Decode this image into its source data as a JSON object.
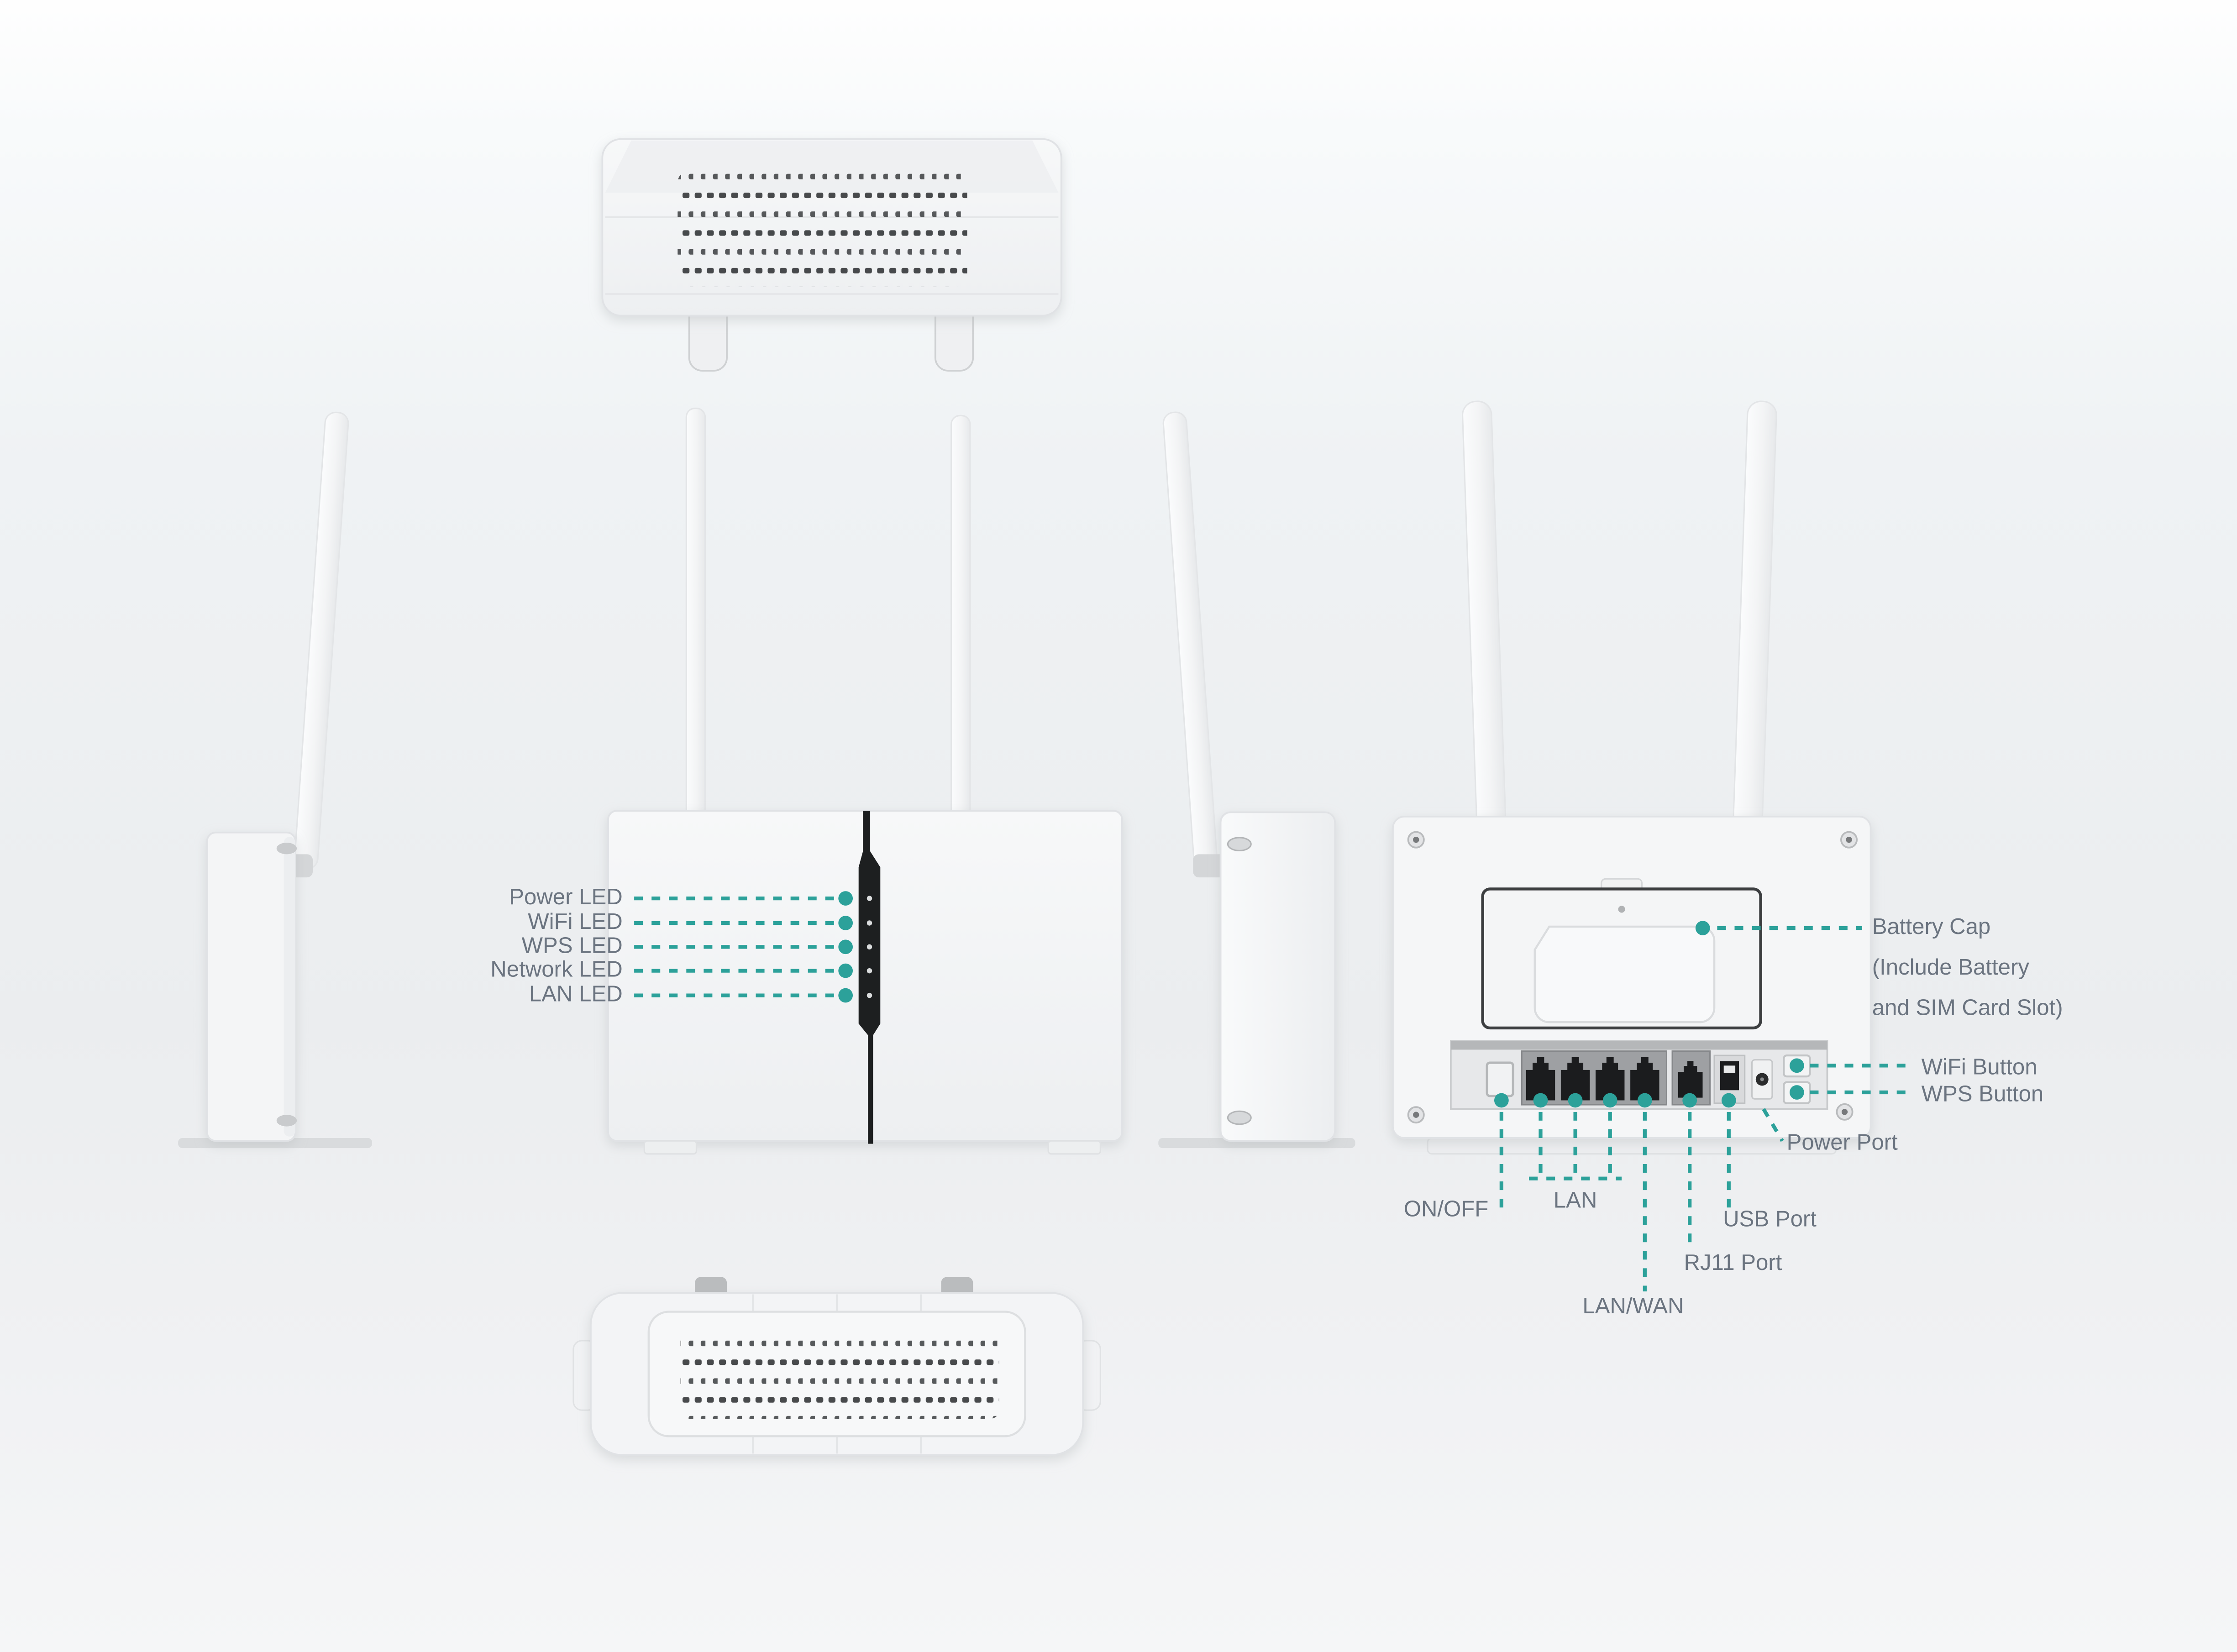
{
  "diagram": {
    "subject": "wireless-router-product-views",
    "views": [
      "top",
      "side-left",
      "front",
      "side-right",
      "back",
      "bottom"
    ]
  },
  "colors": {
    "accent_teal": "#2CA19A",
    "label_text": "#6B7480",
    "led_strip_black": "#1D1F20",
    "port_black": "#1B1C1E",
    "device_white": "#F5F6F7",
    "background_gray": "#EBEDEF"
  },
  "front_panel": {
    "leds": [
      {
        "label": "Power LED"
      },
      {
        "label": "WiFi LED"
      },
      {
        "label": "WPS LED"
      },
      {
        "label": "Network LED"
      },
      {
        "label": "LAN LED"
      }
    ]
  },
  "back_panel": {
    "battery_cap": {
      "line1": "Battery Cap",
      "line2": "(Include Battery",
      "line3": "and SIM Card Slot)"
    },
    "wifi_button": "WiFi Button",
    "wps_button": "WPS Button",
    "power_port": "Power Port",
    "usb_port": "USB Port",
    "rj11_port": "RJ11 Port",
    "lan_wan": "LAN/WAN",
    "lan": "LAN",
    "on_off": "ON/OFF"
  }
}
